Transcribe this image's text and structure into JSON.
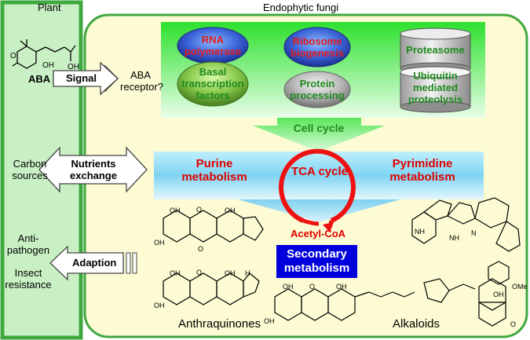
{
  "plant": {
    "title": "Plant",
    "compound": "ABA"
  },
  "fungi": {
    "title": "Endophytic fungi"
  },
  "signal": {
    "arrow": "Signal",
    "receptor_line1": "ABA",
    "receptor_line2": "receptor?"
  },
  "nutrients": {
    "arrow_line1": "Nutrients",
    "arrow_line2": "exchange",
    "left_line1": "Carbon",
    "left_line2": "sources"
  },
  "adaption": {
    "arrow": "Adaption",
    "left_line1": "Anti-",
    "left_line2": "pathogen",
    "left_line3": "Insect",
    "left_line4": "resistance"
  },
  "bubbles": {
    "rna_line1": "RNA",
    "rna_line2": "polymerase",
    "basal_line1": "Basal",
    "basal_line2": "transcription",
    "basal_line3": "factors",
    "ribosome_line1": "Ribosome",
    "ribosome_line2": "biogenesis",
    "protein_line1": "Protein",
    "protein_line2": "processing",
    "proteasome": "Proteasome",
    "ubiquitin_line1": "Ubiquitin",
    "ubiquitin_line2": "mediated",
    "ubiquitin_line3": "proteolysis"
  },
  "cycles": {
    "cell_cycle": "Cell cycle",
    "tca": "TCA cycle",
    "purine_line1": "Purine",
    "purine_line2": "metabolism",
    "pyrimidine_line1": "Pyrimidine",
    "pyrimidine_line2": "metabolism",
    "acetyl": "Acetyl-CoA",
    "secondary_line1": "Secondary",
    "secondary_line2": "metabolism"
  },
  "captions": {
    "anthraquinones": "Anthraquinones",
    "alkaloids": "Alkaloids"
  },
  "chem_labels": {
    "oh": "OH",
    "o": "O",
    "ome": "OMe",
    "h": "H",
    "n": "N",
    "nh": "NH"
  },
  "colors": {
    "plant_green": "#3fa83f",
    "plant_fill": "#c9f0c4",
    "fungi_fill": "#fdfbd3",
    "tca_red": "#ee1111",
    "sec_blue": "#0000dd"
  }
}
